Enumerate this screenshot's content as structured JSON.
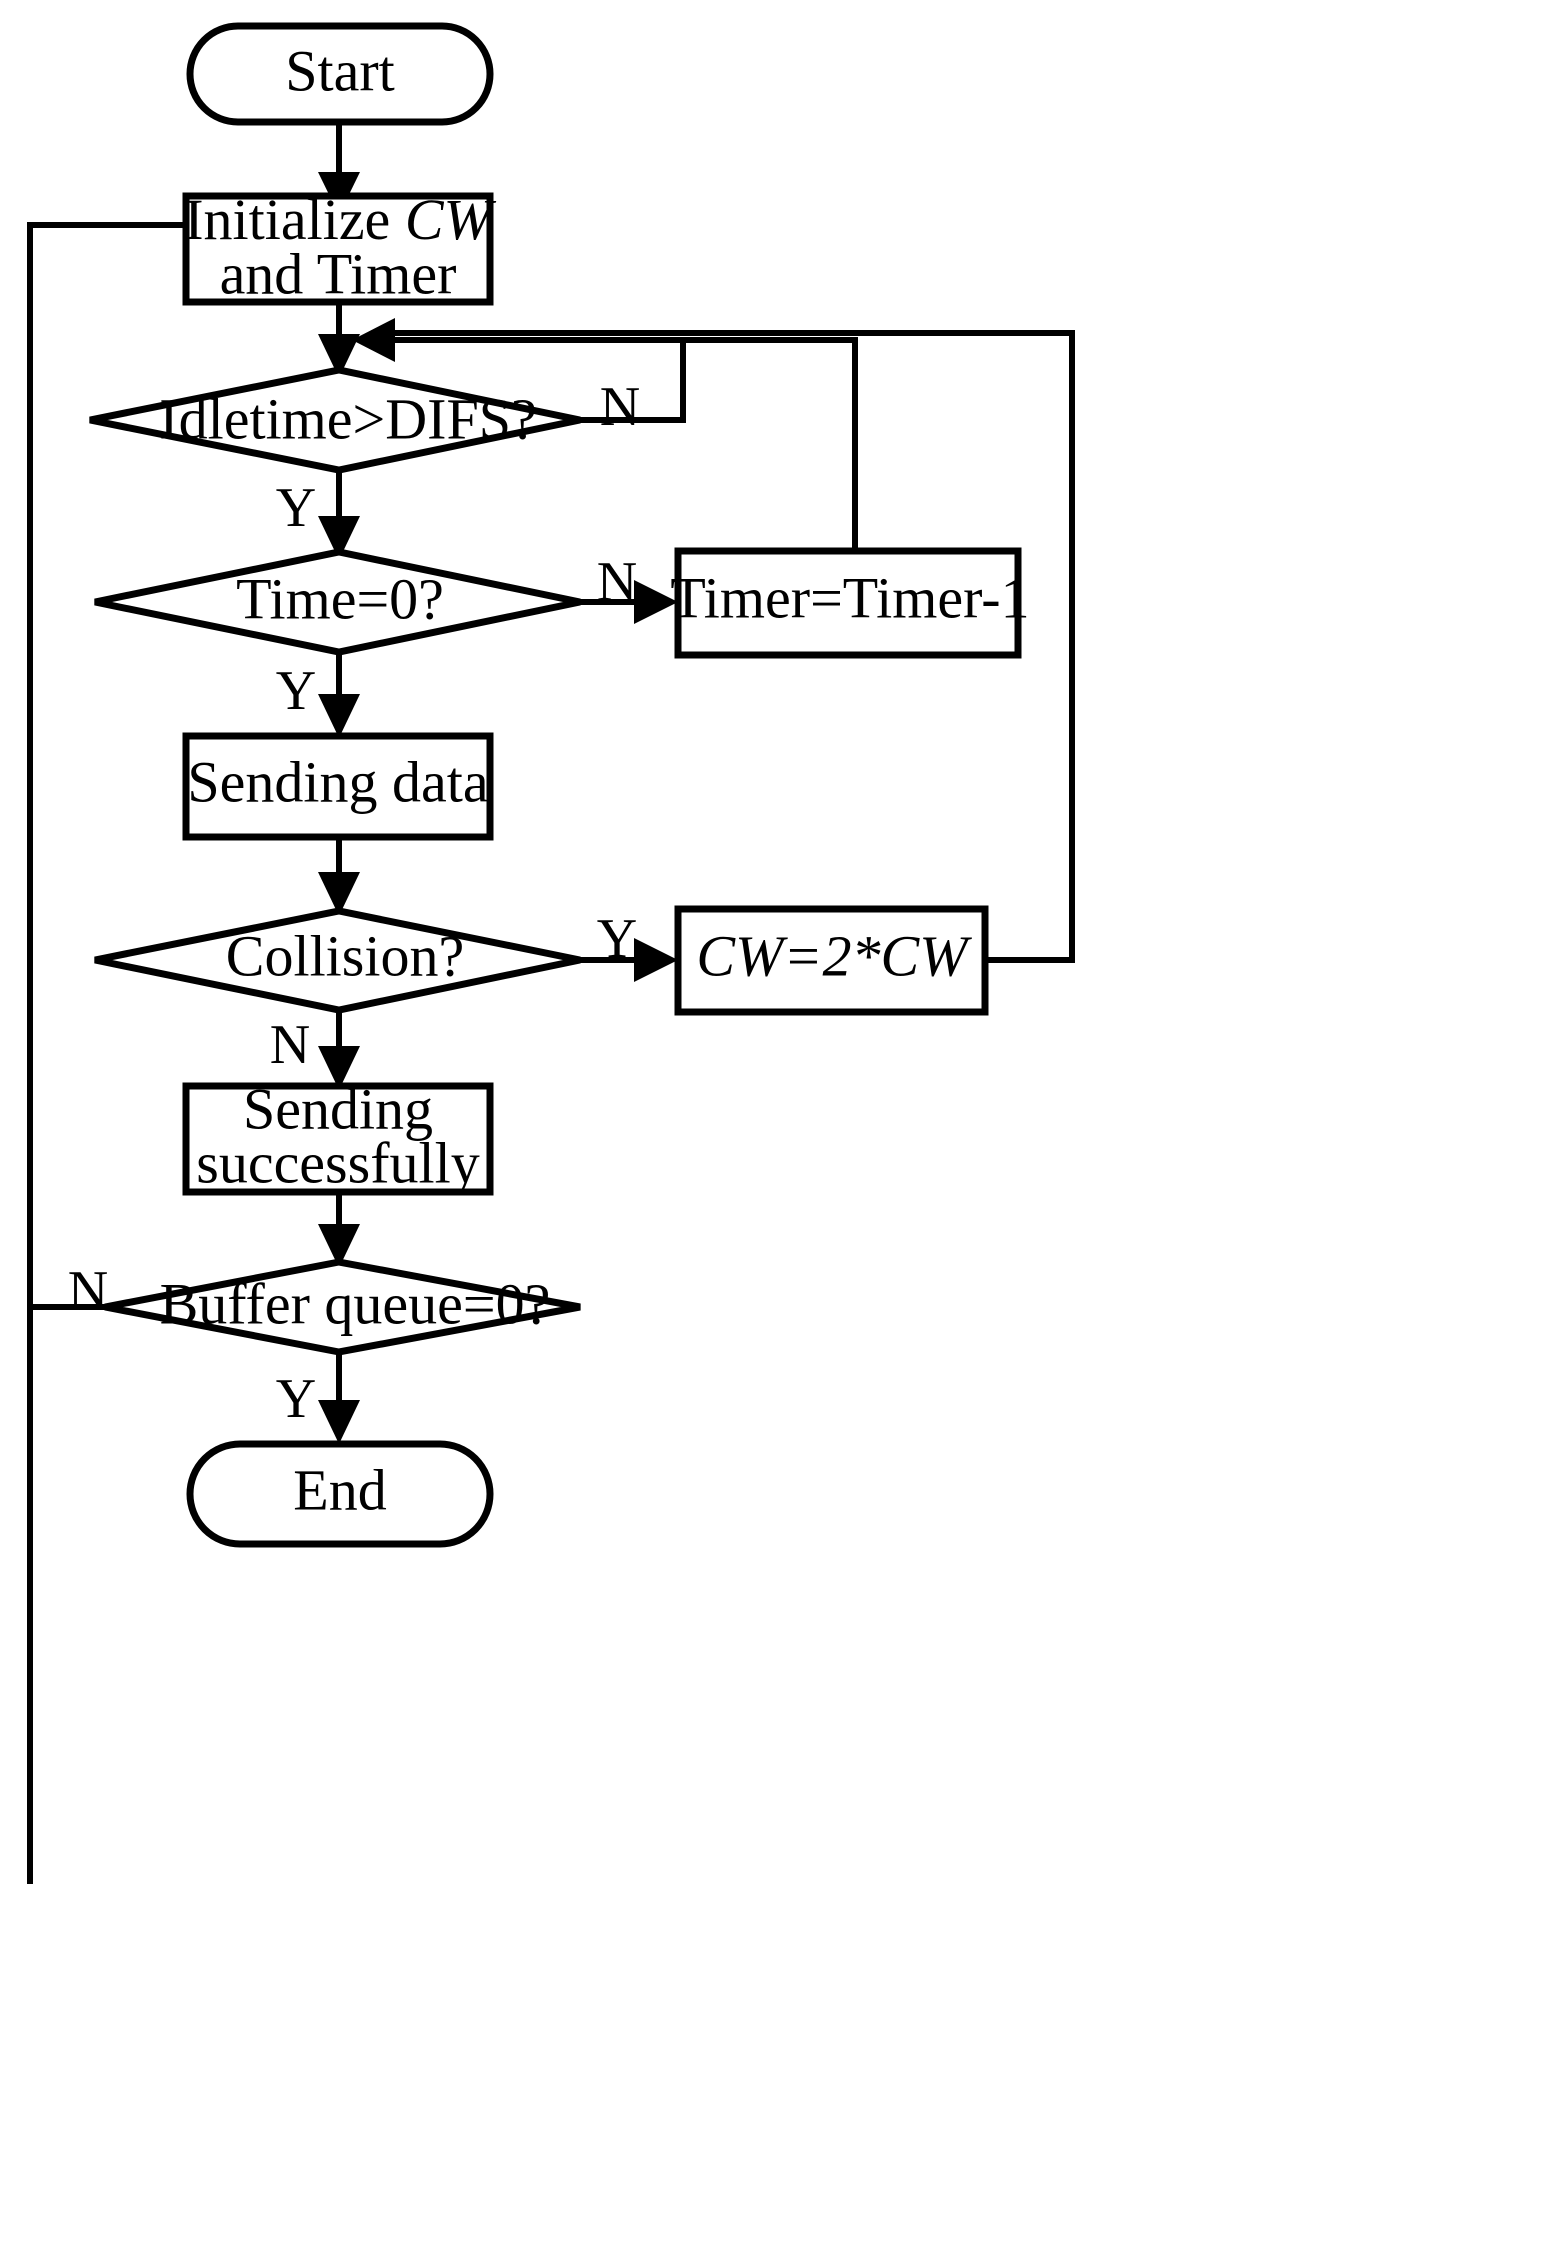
{
  "diagram": {
    "title": "CSMA/CA backoff flowchart",
    "stroke_color": "#000000",
    "fill_color": "#ffffff",
    "nodes": {
      "start": {
        "label": "Start",
        "shape": "terminator"
      },
      "initialize": {
        "line1": "Initialize CW",
        "line1_plain": "Initialize ",
        "line1_italic": "CW",
        "line2": "and Timer",
        "shape": "process"
      },
      "idletime": {
        "label": "Idletime>DIFS?",
        "shape": "decision"
      },
      "time_zero": {
        "label": "Time=0?",
        "shape": "decision"
      },
      "timer_dec": {
        "label": "Timer=Timer-1",
        "shape": "process"
      },
      "sending_data": {
        "label": "Sending data",
        "shape": "process"
      },
      "collision": {
        "label": "Collision?",
        "shape": "decision"
      },
      "cw_double": {
        "label": "CW=2*CW",
        "shape": "process",
        "italic": true
      },
      "sending_ok": {
        "line1": "Sending",
        "line2": "successfully",
        "shape": "process"
      },
      "buffer_queue": {
        "label": "Buffer queue=0?",
        "shape": "decision"
      },
      "end": {
        "label": "End",
        "shape": "terminator"
      }
    },
    "branch_labels": {
      "idletime_no": "N",
      "idletime_yes": "Y",
      "time_zero_no": "N",
      "time_zero_yes": "Y",
      "collision_yes": "Y",
      "collision_no": "N",
      "buffer_no": "N",
      "buffer_yes": "Y"
    }
  }
}
